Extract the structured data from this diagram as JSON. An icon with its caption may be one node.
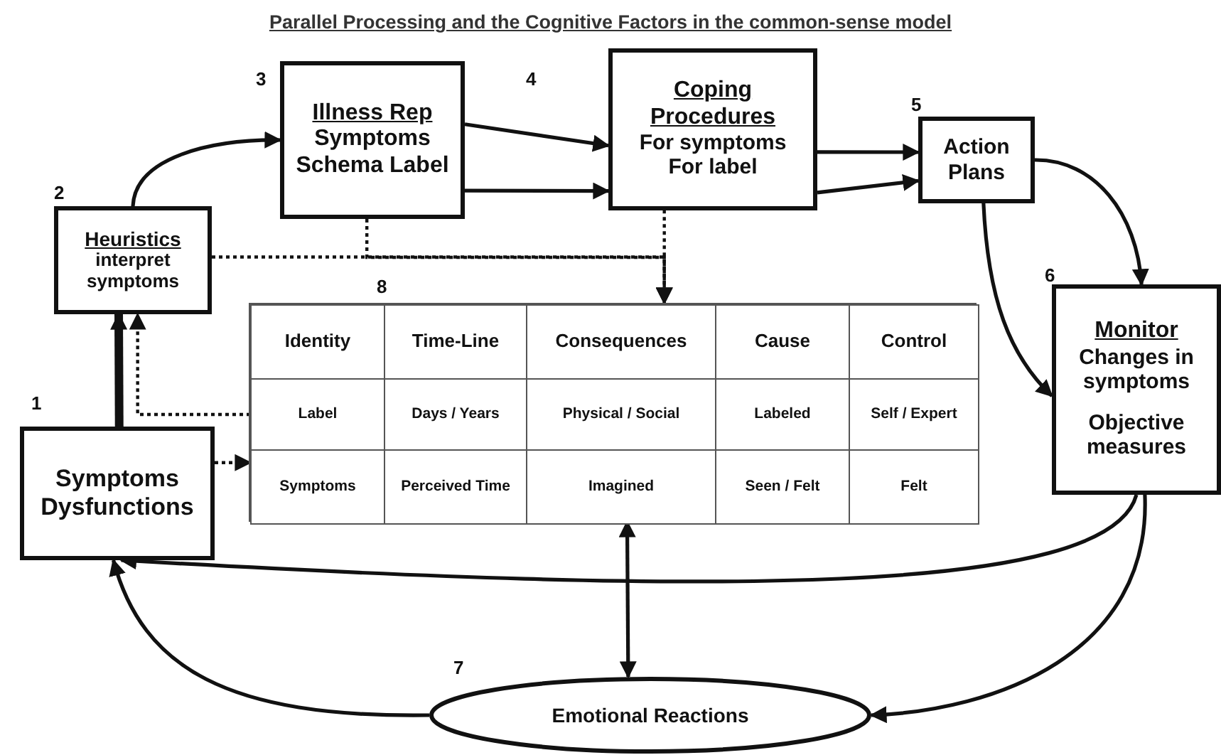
{
  "diagram": {
    "title": "Parallel Processing and the Cognitive Factors in the common-sense model",
    "nodes": [
      {
        "text": [
          "Heuristics",
          "interpret symptoms"
        ],
        "beside": [
          "2"
        ]
      },
      {
        "text": [
          "Illness Rep",
          "Symptoms Schema Label"
        ],
        "beside": [
          "3"
        ]
      },
      {
        "text": [
          "Coping Procedures",
          "For symptoms",
          "For label"
        ]
      },
      {
        "text": [
          "Action Plans"
        ],
        "beside": [
          "5"
        ]
      },
      {
        "text": [
          "Monitor",
          "Changes in symptoms",
          "Objective measures"
        ],
        "beside": [
          "6"
        ]
      },
      {
        "text": [],
        "shape": "box",
        "beside": [
          "8"
        ]
      },
      {
        "text": [
          "Identity"
        ],
        "in": 5
      },
      {
        "text": [
          "Time-Line"
        ],
        "in": 5
      },
      {
        "text": [
          "Consequences"
        ],
        "in": 5
      },
      {
        "text": [
          "Cause"
        ],
        "in": 5
      },
      {
        "text": [
          "Control"
        ],
        "in": 5
      },
      {
        "text": [
          "Label"
        ],
        "in": 5
      },
      {
        "text": [
          "Days / Years"
        ],
        "in": 5
      },
      {
        "text": [
          "Physical / Social"
        ],
        "in": 5
      },
      {
        "text": [
          "Labeled"
        ],
        "in": 5
      },
      {
        "text": [
          "Self / Expert"
        ],
        "in": 5
      },
      {
        "text": [
          "Symptoms"
        ],
        "in": 5
      },
      {
        "text": [
          "Perceived Time"
        ],
        "in": 5
      },
      {
        "text": [
          "Imagined"
        ],
        "in": 5
      },
      {
        "text": [
          "Seen / Felt"
        ],
        "in": 5
      },
      {
        "text": [
          "Felt"
        ],
        "in": 5
      },
      {
        "text": [
          "Symptoms Dysfunctions"
        ],
        "beside": [
          "1"
        ]
      },
      {
        "text": [
          "Emotional Reactions"
        ],
        "beside": [
          "7"
        ]
      }
    ],
    "edges": [
      {
        "from": 21,
        "to": 0,
        "arrow": "to",
        "style": "thick"
      },
      {
        "from": 11,
        "to": 0,
        "arrow": "to",
        "style": "dashed"
      },
      {
        "from": 21,
        "to": 16,
        "arrow": "to",
        "style": "dashed"
      },
      {
        "from": 0,
        "to": 1,
        "arrow": "to"
      },
      {
        "from": 1,
        "to": 2,
        "arrow": "to"
      },
      {
        "from": 1,
        "to": 2,
        "arrow": "to"
      },
      {
        "from": 2,
        "to": 3,
        "arrow": "to"
      },
      {
        "from": 2,
        "to": 3,
        "arrow": "to"
      },
      {
        "from": 3,
        "to": 4,
        "arrow": "to"
      },
      {
        "from": 3,
        "to": 4,
        "arrow": "to"
      },
      {
        "from": 0,
        "to": 5,
        "arrow": "to",
        "style": "dashed"
      },
      {
        "from": 1,
        "to": 5,
        "arrow": "to",
        "style": "dashed"
      },
      {
        "from": 2,
        "to": 5,
        "arrow": "to",
        "style": "dashed"
      },
      {
        "from": 4,
        "to": 21,
        "arrow": "to"
      },
      {
        "from": 4,
        "to": 22,
        "arrow": "to"
      },
      {
        "from": 22,
        "to": 21,
        "arrow": "to"
      },
      {
        "from": 5,
        "to": 22,
        "arrow": "both"
      }
    ],
    "labels": [
      "4"
    ]
  }
}
